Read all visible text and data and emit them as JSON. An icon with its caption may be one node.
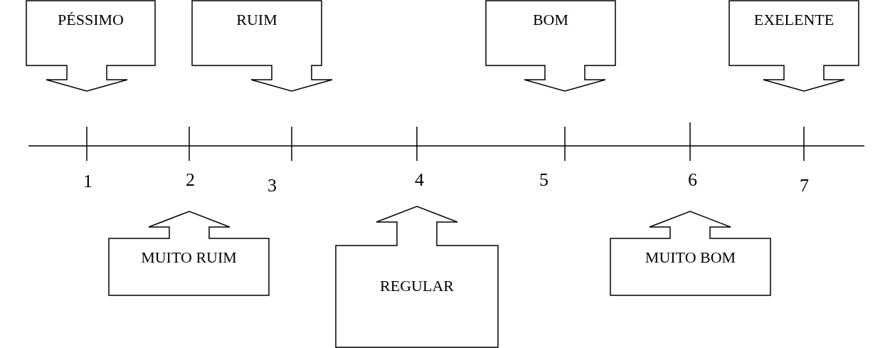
{
  "diagram": {
    "nodes": [
      {
        "text": [
          "PÉSSIMO"
        ]
      },
      {
        "text": [
          "RUIM"
        ]
      },
      {
        "text": [
          "BOM"
        ]
      },
      {
        "text": [
          "EXELENTE"
        ]
      },
      {
        "text": [
          "MUITO RUIM"
        ]
      },
      {
        "text": [
          "REGULAR"
        ]
      },
      {
        "text": [
          "MUITO BOM"
        ]
      }
    ],
    "edges": [],
    "labels": [
      "1",
      "2",
      "3",
      "4",
      "5",
      "6",
      "7"
    ]
  }
}
